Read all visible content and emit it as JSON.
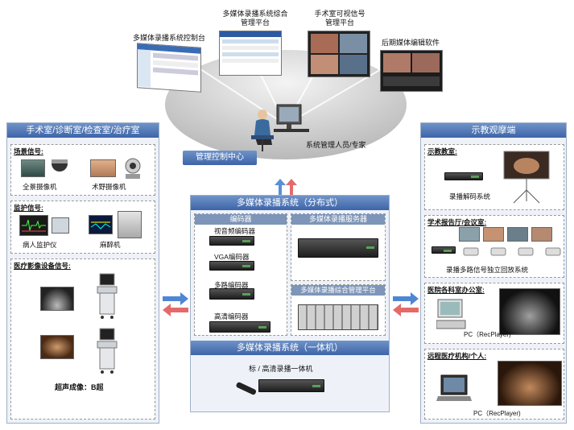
{
  "top": {
    "screens": [
      "多媒体录播系统控制台",
      "多媒体录播系统综合\n管理平台",
      "手术室可视信号\n管理平台",
      "后期媒体编辑软件"
    ],
    "operator_label": "系统管理人员/专家",
    "center_label": "管理控制中心"
  },
  "left": {
    "title": "手术室/诊断室/检查室/治疗室",
    "scene": {
      "heading": "场景信号:",
      "items": [
        "全景摄像机",
        "术野摄像机"
      ]
    },
    "monitor": {
      "heading": "监护信号:",
      "items": [
        "病人监护仪",
        "麻醉机"
      ]
    },
    "imaging": {
      "heading": "医疗影像设备信号:",
      "caption": "超声成像：B超"
    }
  },
  "center": {
    "dist_title": "多媒体录播系统（分布式）",
    "encoder_title": "编码器",
    "encoders": [
      "视音频编码器",
      "VGA编码器",
      "多路编码器",
      "高清编码器"
    ],
    "server_title": "多媒体录播服务器",
    "mgmt_title": "多媒体录播综合管理平台",
    "aio_title": "多媒体录播系统（一体机）",
    "aio_device": "标  /  高清录播一体机"
  },
  "right": {
    "title": "示教观摩端",
    "classroom": {
      "heading": "示教教室:",
      "device": "录播解码系统"
    },
    "hall": {
      "heading": "学术报告厅/会议室:",
      "caption": "录播多路信号独立回放系统"
    },
    "office": {
      "heading": "医院各科室办公室:",
      "caption": "PC（RecPlayer)"
    },
    "remote": {
      "heading": "远程医疗机构/个人:",
      "caption": "PC（RecPlayer)"
    }
  }
}
